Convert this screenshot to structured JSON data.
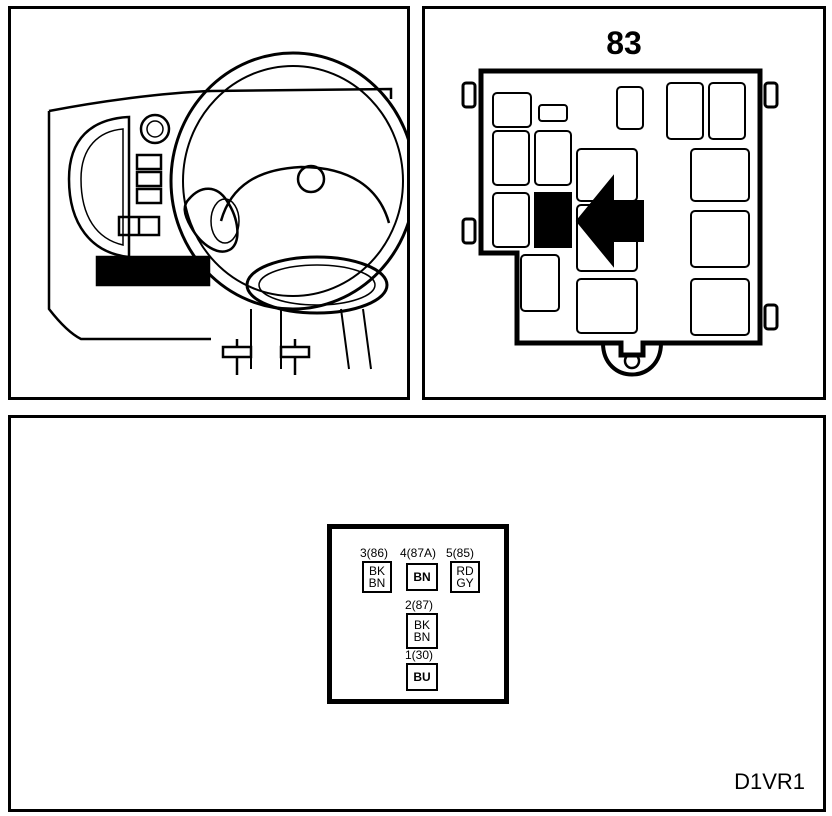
{
  "fuse_box": {
    "number": "83"
  },
  "connector": {
    "pins": [
      {
        "label": "3(86)",
        "wires": [
          "BK",
          "BN"
        ]
      },
      {
        "label": "4(87A)",
        "wires": [
          "BN"
        ]
      },
      {
        "label": "5(85)",
        "wires": [
          "RD",
          "GY"
        ]
      },
      {
        "label": "2(87)",
        "wires": [
          "BK",
          "BN"
        ]
      },
      {
        "label": "1(30)",
        "wires": [
          "BU"
        ]
      }
    ]
  },
  "diagram_code": "D1VR1"
}
